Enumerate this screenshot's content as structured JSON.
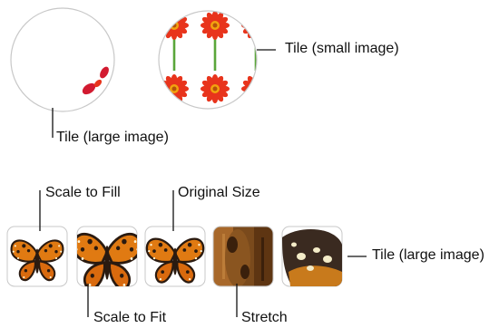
{
  "labels": {
    "tile_small": "Tile (small image)",
    "tile_large_circle": "Tile (large image)",
    "scale_to_fill": "Scale to Fill",
    "original_size": "Original Size",
    "tile_large_square": "Tile (large image)",
    "scale_to_fit": "Scale to Fit",
    "stretch": "Stretch"
  },
  "colors": {
    "circle_border": "#c8c8c8",
    "leader_line": "#111111",
    "flower_red": "#e8341c",
    "flower_center": "#f2a30f",
    "stem_green": "#5aa63a",
    "butterfly_orange": "#e07a12",
    "butterfly_dark": "#2a1a10",
    "stretch_brown": "#7a4a1c",
    "tile_dark": "#3a2a20"
  },
  "icons": {
    "circle_empty": "circle-large-image-tile-icon",
    "circle_flowers": "circle-small-image-tile-icon",
    "butterfly": "butterfly-icon"
  }
}
